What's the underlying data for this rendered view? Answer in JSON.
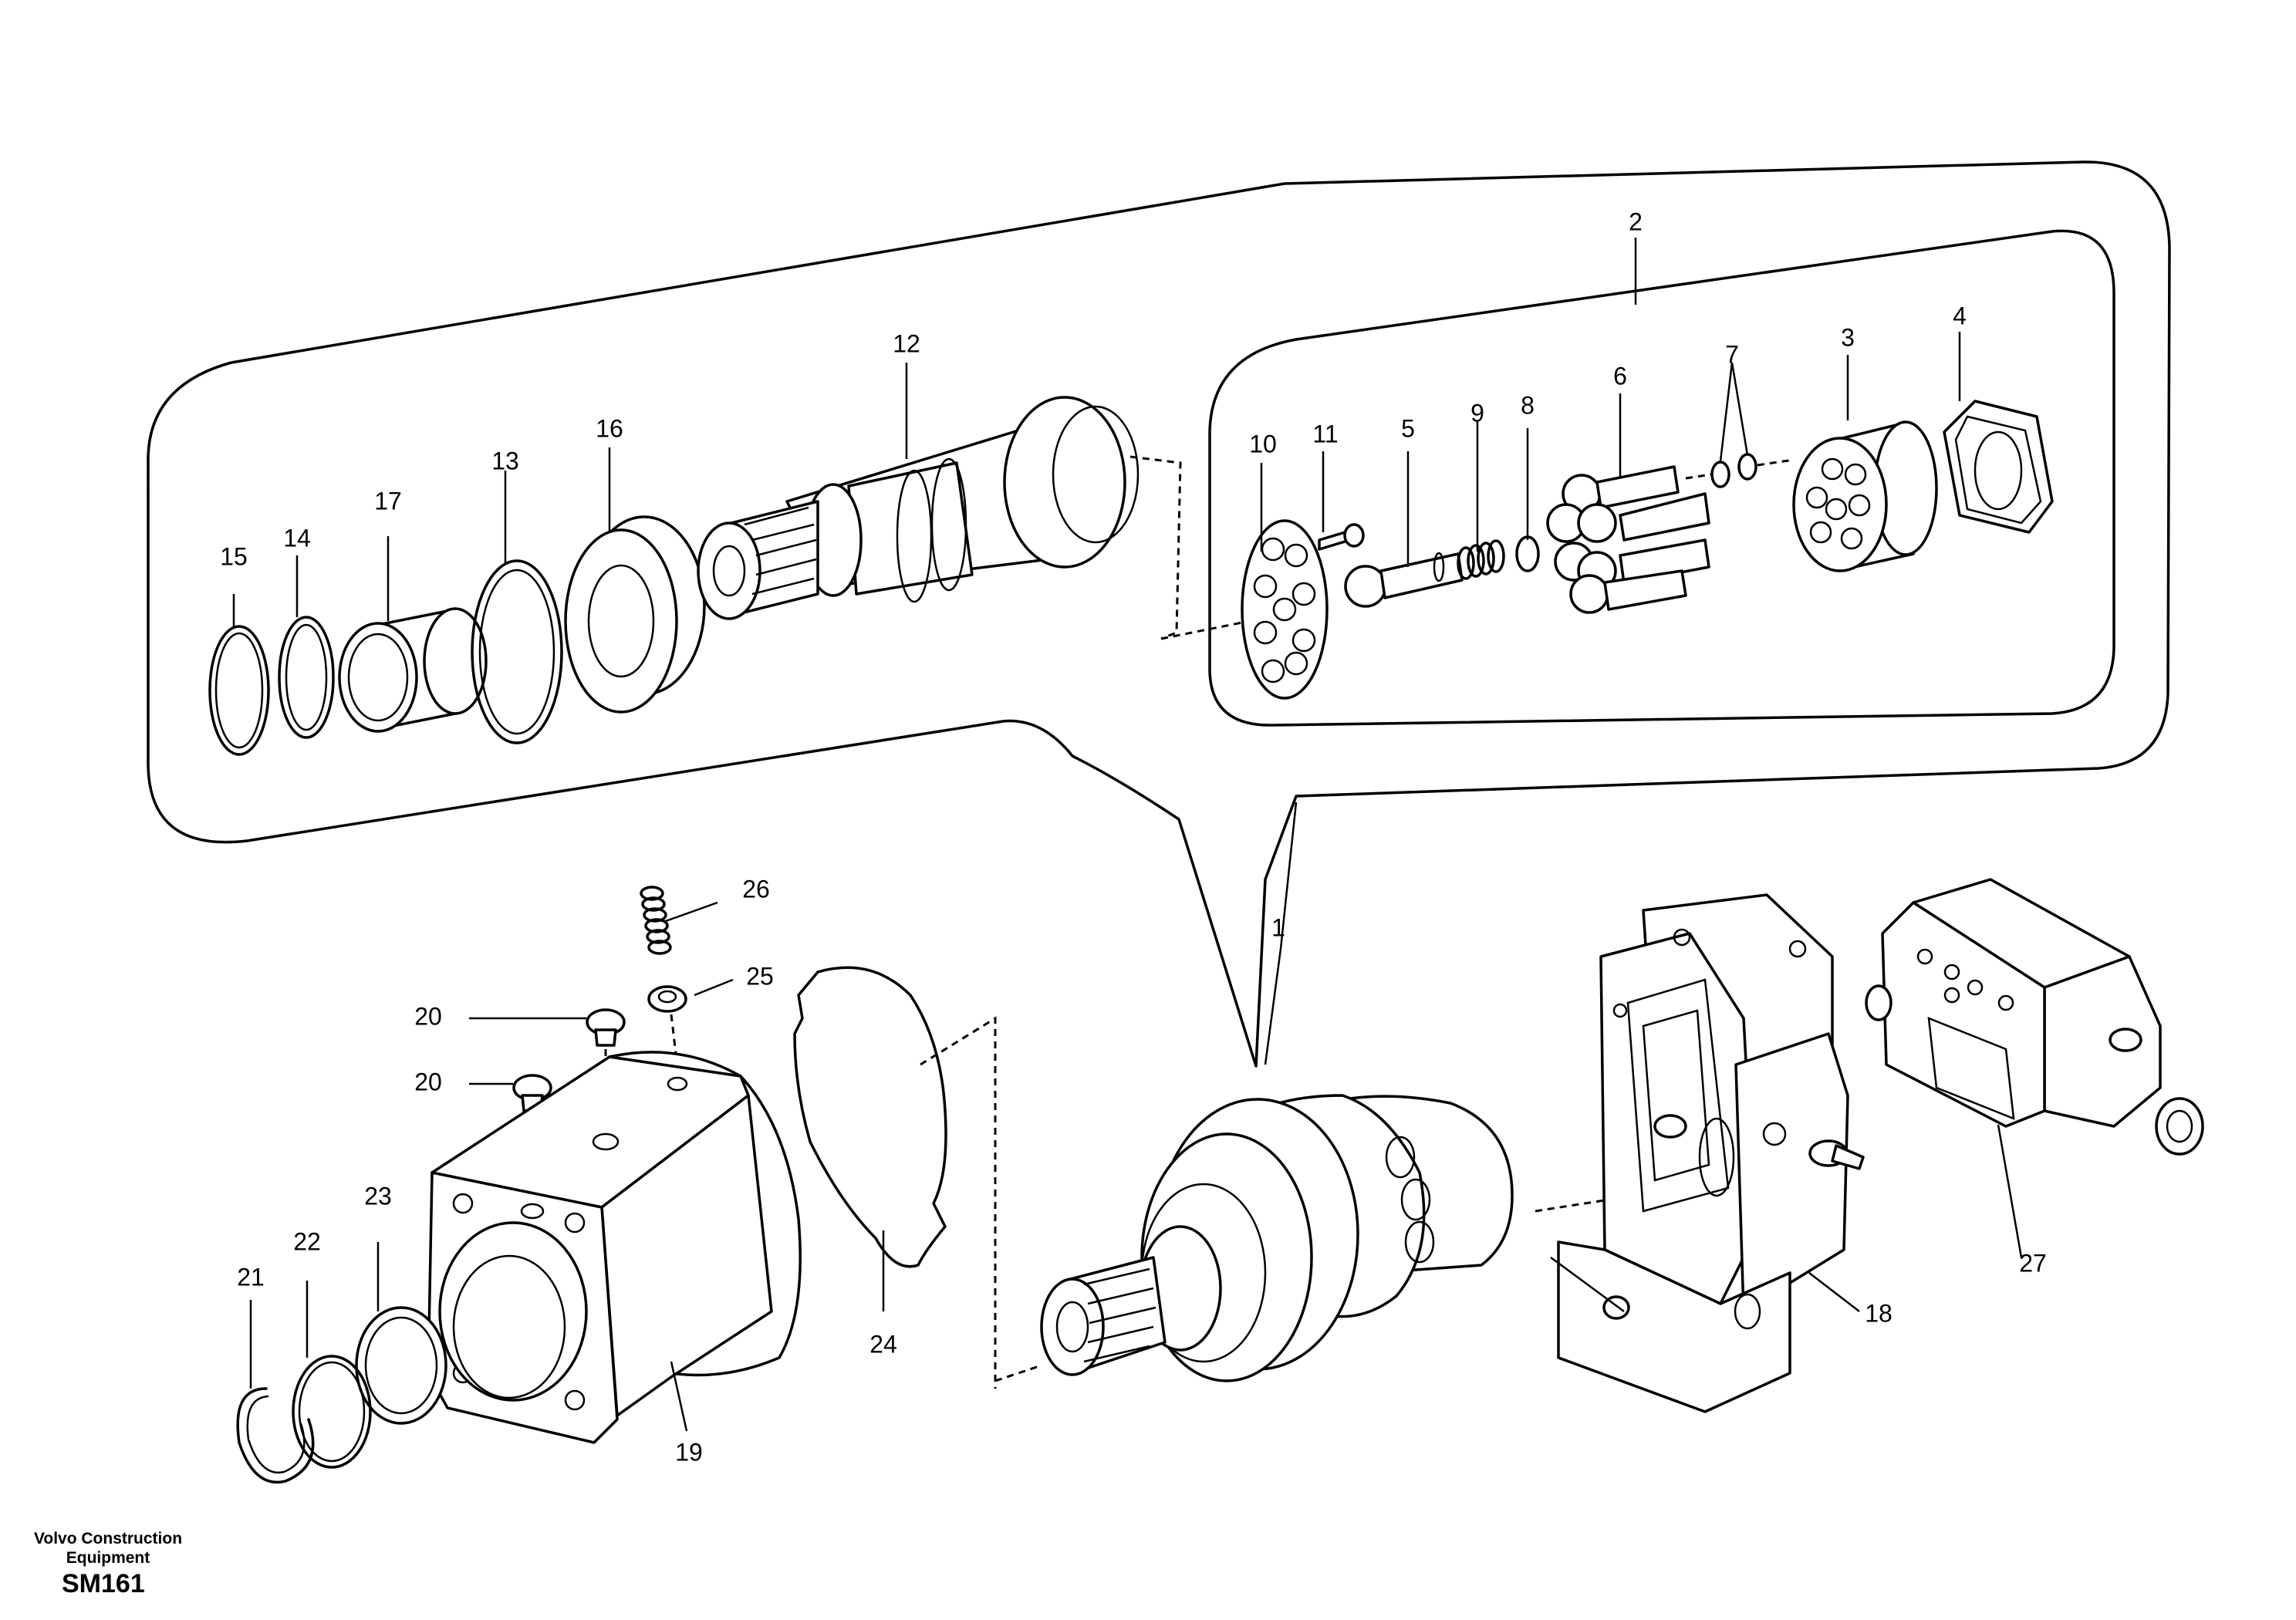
{
  "footer": {
    "brand": "Volvo Construction Equipment",
    "doc_id": "SM161"
  },
  "callouts": {
    "c1": "1",
    "c2": "2",
    "c3": "3",
    "c4": "4",
    "c5": "5",
    "c6": "6",
    "c7": "7",
    "c8": "8",
    "c9": "9",
    "c10": "10",
    "c11": "11",
    "c12": "12",
    "c13": "13",
    "c14": "14",
    "c15": "15",
    "c16": "16",
    "c17": "17",
    "c18": "18",
    "c19": "19",
    "c20a": "20",
    "c20b": "20",
    "c21": "21",
    "c22": "22",
    "c23": "23",
    "c24": "24",
    "c25": "25",
    "c26": "26",
    "c27": "27"
  }
}
